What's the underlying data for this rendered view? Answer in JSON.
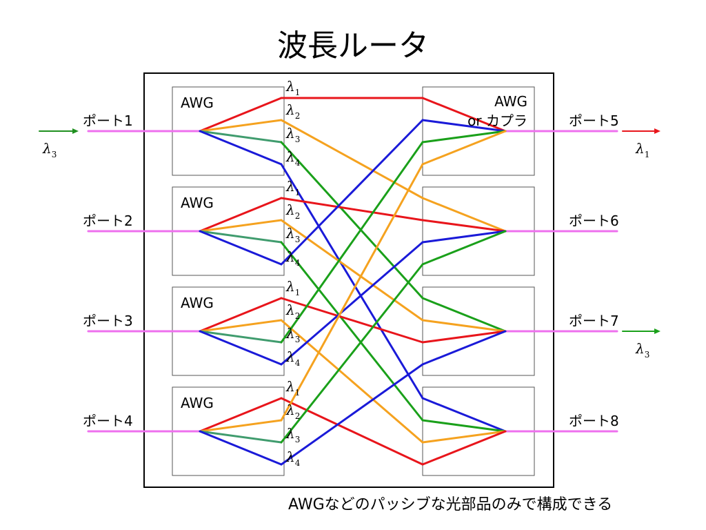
{
  "title": "波長ルータ",
  "colors": {
    "lambda1": "#e8151b",
    "lambda2": "#f5a21f",
    "lambda3_in": "#409c6e",
    "lambda3_out": "#1aa01a",
    "lambda4": "#1a1ad8",
    "port_line": "#ee70ee",
    "in_arrow": "#1f8f1f",
    "out_arrow_1": "#e8151b",
    "out_arrow_3": "#1aa01a"
  },
  "input_ports": [
    {
      "label": "ポート1",
      "awg_label": "AWG"
    },
    {
      "label": "ポート2",
      "awg_label": "AWG"
    },
    {
      "label": "ポート3",
      "awg_label": "AWG"
    },
    {
      "label": "ポート4",
      "awg_label": "AWG"
    }
  ],
  "output_ports": [
    {
      "label": "ポート5",
      "awg_label": [
        "AWG",
        "or カプラ"
      ]
    },
    {
      "label": "ポート6",
      "awg_label": []
    },
    {
      "label": "ポート7",
      "awg_label": []
    },
    {
      "label": "ポート8",
      "awg_label": []
    }
  ],
  "wavelength_labels": [
    "λ1",
    "λ2",
    "λ3",
    "λ4"
  ],
  "input_signal": {
    "lambda": "λ3",
    "port": 1
  },
  "output_signals": [
    {
      "lambda": "λ1",
      "port": 5
    },
    {
      "lambda": "λ3",
      "port": 7
    }
  ],
  "routing": "in port i, wavelength k → out port ((i + k - 2) mod 4) + 1",
  "caption": "AWGなどのパッシブな光部品のみで構成できる"
}
